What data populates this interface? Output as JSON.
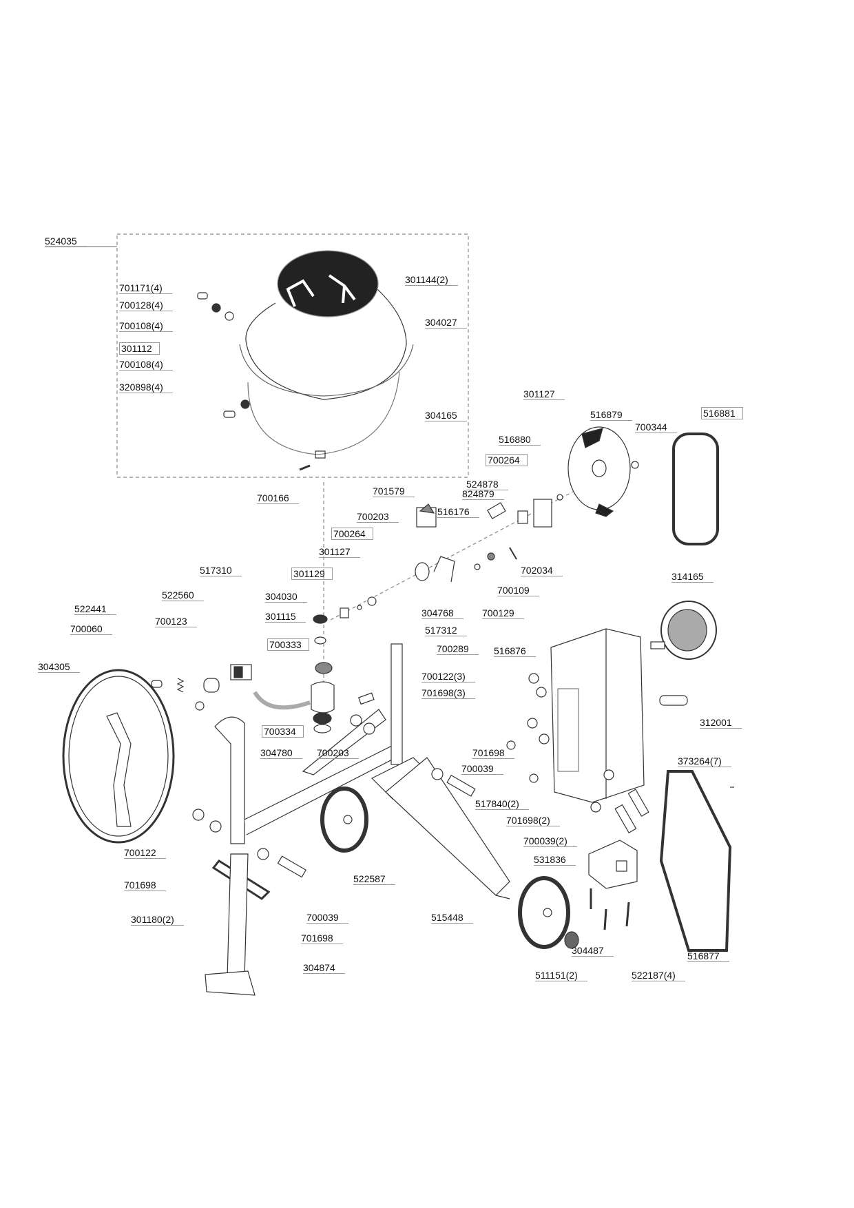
{
  "diagram": {
    "type": "exploded parts diagram",
    "labels": [
      "524035",
      "701171(4)",
      "700128(4)",
      "700108(4)",
      "301112",
      "700108(4)",
      "320898(4)",
      "301144(2)",
      "304027",
      "304165",
      "700166",
      "301127",
      "516879",
      "516881",
      "700344",
      "516880",
      "700264",
      "524878",
      "824879",
      "701579",
      "516176",
      "700203",
      "700264",
      "301127",
      "301129",
      "517310",
      "702034",
      "314165",
      "700109",
      "522560",
      "304030",
      "522441",
      "301115",
      "304768",
      "700129",
      "700123",
      "700060",
      "517312",
      "700333",
      "700289",
      "516876",
      "304305",
      "700122(3)",
      "701698(3)",
      "312001",
      "700334",
      "304780",
      "700203",
      "701698",
      "700039",
      "373264(7)",
      "517840(2)",
      "701698(2)",
      "700039(2)",
      "700122",
      "531836",
      "522587",
      "701698",
      "301180(2)",
      "700039",
      "515448",
      "701698",
      "304487",
      "516877",
      "304874",
      "511151(2)",
      "522187(4)"
    ],
    "boxed_labels": [
      "301112",
      "516881",
      "700264",
      "301129",
      "700333",
      "700334"
    ]
  }
}
